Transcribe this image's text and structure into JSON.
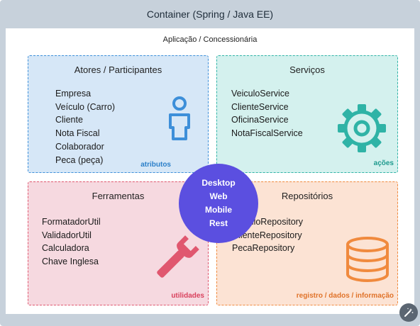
{
  "container": {
    "title": "Container (Spring / Java EE)"
  },
  "application": {
    "title": "Aplicação / Concessionária"
  },
  "quadrants": {
    "atores": {
      "title": "Atores / Participantes",
      "items": [
        "Empresa",
        "Veículo (Carro)",
        "Cliente",
        "Nota Fiscal",
        "Colaborador",
        "Peca (peça)"
      ],
      "tag": "atributos",
      "icon": "person-icon",
      "color": "#3d8fd9"
    },
    "servicos": {
      "title": "Serviços",
      "items": [
        "VeiculoService",
        "ClienteService",
        "OficinaService",
        "NotaFiscalService"
      ],
      "tag": "ações",
      "icon": "gear-icon",
      "color": "#2fb3a6"
    },
    "ferramentas": {
      "title": "Ferramentas",
      "items": [
        "FormatadorUtil",
        "ValidadorUtil",
        "Calculadora",
        "Chave Inglesa"
      ],
      "tag": "utilidades",
      "icon": "wrench-icon",
      "color": "#e0576f"
    },
    "repositorios": {
      "title": "Repositórios",
      "items": [
        "VeiculoRepository",
        "ClienteRepository",
        "PecaRepository"
      ],
      "tag": "registro / dados / informação",
      "icon": "database-icon",
      "color": "#f08a3e"
    }
  },
  "center": {
    "lines": [
      "Desktop",
      "Web",
      "Mobile",
      "Rest"
    ],
    "color": "#5b4fe0"
  },
  "corner_button": {
    "icon": "magic-wand-icon"
  }
}
